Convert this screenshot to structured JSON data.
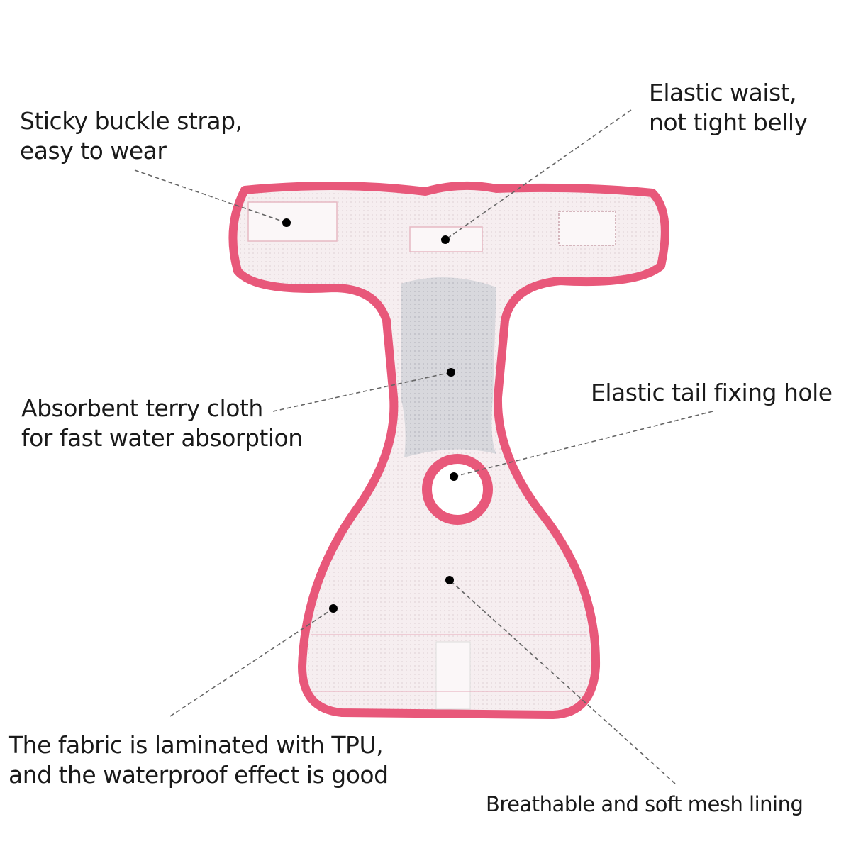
{
  "colors": {
    "trim": "#e8587a",
    "mesh": "#f6eef0",
    "terry": "#d6d6db",
    "text": "#1a1a1a"
  },
  "callouts": [
    {
      "lines": [
        "Sticky buckle strap,",
        "easy to wear"
      ]
    },
    {
      "lines": [
        "Elastic waist,",
        "not tight belly"
      ]
    },
    {
      "lines": [
        "Absorbent terry cloth",
        "for fast water absorption"
      ]
    },
    {
      "lines": [
        "Elastic tail fixing hole"
      ]
    },
    {
      "lines": [
        "The fabric is laminated with TPU,",
        "and the waterproof effect is good"
      ]
    },
    {
      "lines": [
        "Breathable and soft mesh lining"
      ]
    }
  ]
}
